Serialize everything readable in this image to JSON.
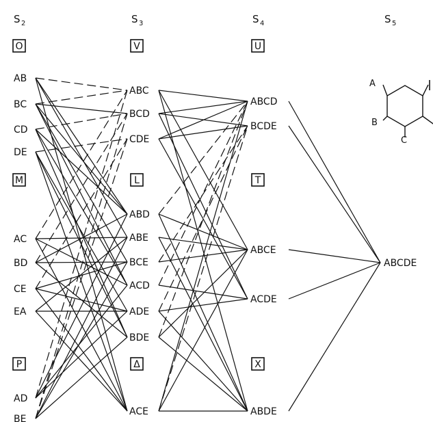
{
  "columns": [
    {
      "id": "s2",
      "head": "S",
      "sub": "2"
    },
    {
      "id": "s3",
      "head": "S",
      "sub": "3"
    },
    {
      "id": "s4",
      "head": "S",
      "sub": "4"
    },
    {
      "id": "s5",
      "head": "S",
      "sub": "5"
    }
  ],
  "groups": [
    {
      "id": "g-o",
      "col": "s2",
      "label": "O"
    },
    {
      "id": "g-v",
      "col": "s3",
      "label": "V"
    },
    {
      "id": "g-u",
      "col": "s4",
      "label": "U"
    },
    {
      "id": "g-m",
      "col": "s2",
      "label": "M"
    },
    {
      "id": "g-l",
      "col": "s3",
      "label": "L"
    },
    {
      "id": "g-t",
      "col": "s4",
      "label": "T"
    },
    {
      "id": "g-p",
      "col": "s2",
      "label": "P"
    },
    {
      "id": "g-delta",
      "col": "s3",
      "label": "Δ"
    },
    {
      "id": "g-x",
      "col": "s4",
      "label": "X"
    }
  ],
  "nodes": [
    {
      "id": "AB",
      "col": "s2",
      "label": "AB"
    },
    {
      "id": "BC",
      "col": "s2",
      "label": "BC"
    },
    {
      "id": "CD",
      "col": "s2",
      "label": "CD"
    },
    {
      "id": "DE",
      "col": "s2",
      "label": "DE"
    },
    {
      "id": "AC",
      "col": "s2",
      "label": "AC"
    },
    {
      "id": "BD",
      "col": "s2",
      "label": "BD"
    },
    {
      "id": "CE",
      "col": "s2",
      "label": "CE"
    },
    {
      "id": "EA",
      "col": "s2",
      "label": "EA"
    },
    {
      "id": "AD",
      "col": "s2",
      "label": "AD"
    },
    {
      "id": "BE",
      "col": "s2",
      "label": "BE"
    },
    {
      "id": "ABC",
      "col": "s3",
      "label": "ABC"
    },
    {
      "id": "BCD",
      "col": "s3",
      "label": "BCD"
    },
    {
      "id": "CDE",
      "col": "s3",
      "label": "CDE"
    },
    {
      "id": "ABD",
      "col": "s3",
      "label": "ABD"
    },
    {
      "id": "ABE",
      "col": "s3",
      "label": "ABE"
    },
    {
      "id": "BCE",
      "col": "s3",
      "label": "BCE"
    },
    {
      "id": "ACD",
      "col": "s3",
      "label": "ACD"
    },
    {
      "id": "ADE",
      "col": "s3",
      "label": "ADE"
    },
    {
      "id": "BDE",
      "col": "s3",
      "label": "BDE"
    },
    {
      "id": "ACE",
      "col": "s3",
      "label": "ACE"
    },
    {
      "id": "ABCD",
      "col": "s4",
      "label": "ABCD"
    },
    {
      "id": "BCDE",
      "col": "s4",
      "label": "BCDE"
    },
    {
      "id": "ABCE",
      "col": "s4",
      "label": "ABCE"
    },
    {
      "id": "ACDE",
      "col": "s4",
      "label": "ACDE"
    },
    {
      "id": "ABDE",
      "col": "s4",
      "label": "ABDE"
    },
    {
      "id": "ABCDE",
      "col": "s5",
      "label": "ABCDE"
    }
  ],
  "edges_dashed": [
    [
      "AB",
      "ABC"
    ],
    [
      "BC",
      "ABC"
    ],
    [
      "CD",
      "BCD"
    ],
    [
      "DE",
      "CDE"
    ],
    [
      "AC",
      "ABC"
    ],
    [
      "BD",
      "BCD"
    ],
    [
      "CE",
      "CDE"
    ],
    [
      "AD",
      "ABC"
    ],
    [
      "BE",
      "BCD"
    ],
    [
      "BE",
      "CDE"
    ],
    [
      "ABD",
      "ABCD"
    ],
    [
      "BCE",
      "BCDE"
    ],
    [
      "ACD",
      "ABCD"
    ],
    [
      "ADE",
      "BCDE"
    ],
    [
      "BDE",
      "ABCD"
    ],
    [
      "ACE",
      "BCDE"
    ]
  ],
  "edges_solid": [
    [
      "AB",
      "ABD"
    ],
    [
      "AB",
      "ABE"
    ],
    [
      "AB",
      "ACE"
    ],
    [
      "BC",
      "BCE"
    ],
    [
      "BC",
      "ACD"
    ],
    [
      "BC",
      "ABD"
    ],
    [
      "BC",
      "BCD"
    ],
    [
      "CD",
      "ACD"
    ],
    [
      "CD",
      "BDE"
    ],
    [
      "CD",
      "ABD"
    ],
    [
      "DE",
      "ADE"
    ],
    [
      "DE",
      "BDE"
    ],
    [
      "DE",
      "ACE"
    ],
    [
      "AC",
      "ACD"
    ],
    [
      "AC",
      "ACE"
    ],
    [
      "AC",
      "ABE"
    ],
    [
      "BD",
      "ABD"
    ],
    [
      "BD",
      "BDE"
    ],
    [
      "BD",
      "BCE"
    ],
    [
      "CE",
      "ACE"
    ],
    [
      "CE",
      "BCE"
    ],
    [
      "CE",
      "ADE"
    ],
    [
      "EA",
      "ABE"
    ],
    [
      "EA",
      "ADE"
    ],
    [
      "EA",
      "ACE"
    ],
    [
      "AD",
      "ABD"
    ],
    [
      "AD",
      "ACD"
    ],
    [
      "AD",
      "ADE"
    ],
    [
      "BE",
      "ABE"
    ],
    [
      "BE",
      "BCE"
    ],
    [
      "BE",
      "BDE"
    ],
    [
      "ABC",
      "ABCD"
    ],
    [
      "ABC",
      "ABCE"
    ],
    [
      "ABC",
      "ABDE"
    ],
    [
      "BCD",
      "ABCD"
    ],
    [
      "BCD",
      "BCDE"
    ],
    [
      "BCD",
      "ACDE"
    ],
    [
      "CDE",
      "ABCD"
    ],
    [
      "CDE",
      "BCDE"
    ],
    [
      "CDE",
      "ACDE"
    ],
    [
      "ABD",
      "ABCE"
    ],
    [
      "ABD",
      "ABDE"
    ],
    [
      "ABE",
      "ABCE"
    ],
    [
      "ABE",
      "ABDE"
    ],
    [
      "BCE",
      "ABCE"
    ],
    [
      "ACD",
      "ACDE"
    ],
    [
      "ADE",
      "ACDE"
    ],
    [
      "ADE",
      "ABDE"
    ],
    [
      "BDE",
      "ABCE"
    ],
    [
      "BDE",
      "ABDE"
    ],
    [
      "ACE",
      "ABCD"
    ],
    [
      "ACE",
      "ABDE"
    ],
    [
      "ACE",
      "ABCE"
    ],
    [
      "ABCD",
      "ABCDE"
    ],
    [
      "BCDE",
      "ABCDE"
    ],
    [
      "ABCE",
      "ABCDE"
    ],
    [
      "ACDE",
      "ABCDE"
    ],
    [
      "ABDE",
      "ABCDE"
    ]
  ],
  "ring": {
    "substituents": [
      {
        "id": "A",
        "label": "A"
      },
      {
        "id": "B",
        "label": "B"
      },
      {
        "id": "C",
        "label": "C"
      }
    ]
  },
  "colors": {
    "ink": "#111111",
    "background": "#ffffff"
  }
}
